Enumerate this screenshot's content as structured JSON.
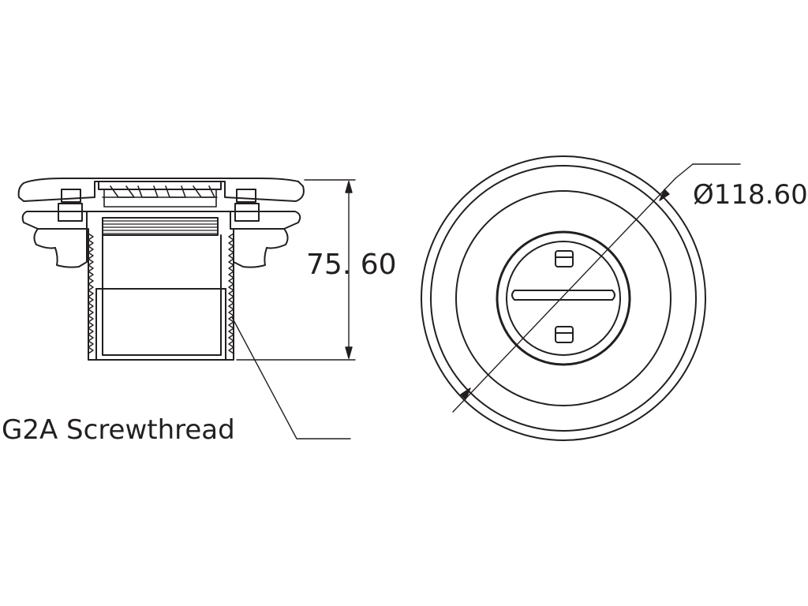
{
  "drawing": {
    "stroke_color": "#231f20",
    "background_color": "#ffffff"
  },
  "side_view": {
    "height_dimension": "75. 60",
    "thread_callout": "G2A Screwthread"
  },
  "front_view": {
    "diameter_dimension": "Ø118.60"
  }
}
